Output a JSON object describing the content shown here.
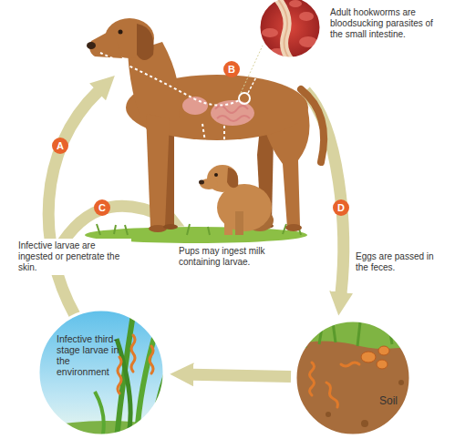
{
  "diagram": {
    "nodes": [
      {
        "text": [
          "Adult hookworms are bloodsucking parasites of the small intestine."
        ]
      },
      {
        "text": [
          "Infective third-stage larvae in the environment"
        ]
      },
      {
        "text": [
          "Soil"
        ]
      }
    ],
    "edges": [
      {
        "from": 2,
        "to": 1,
        "arrow": "to"
      }
    ],
    "labels": [
      "A",
      "B",
      "C",
      "D",
      "Pups may ingest milk containing larvae.",
      "Eggs are passed in the feces.",
      "Infective larvae are ingested or penetrate the skin."
    ]
  }
}
